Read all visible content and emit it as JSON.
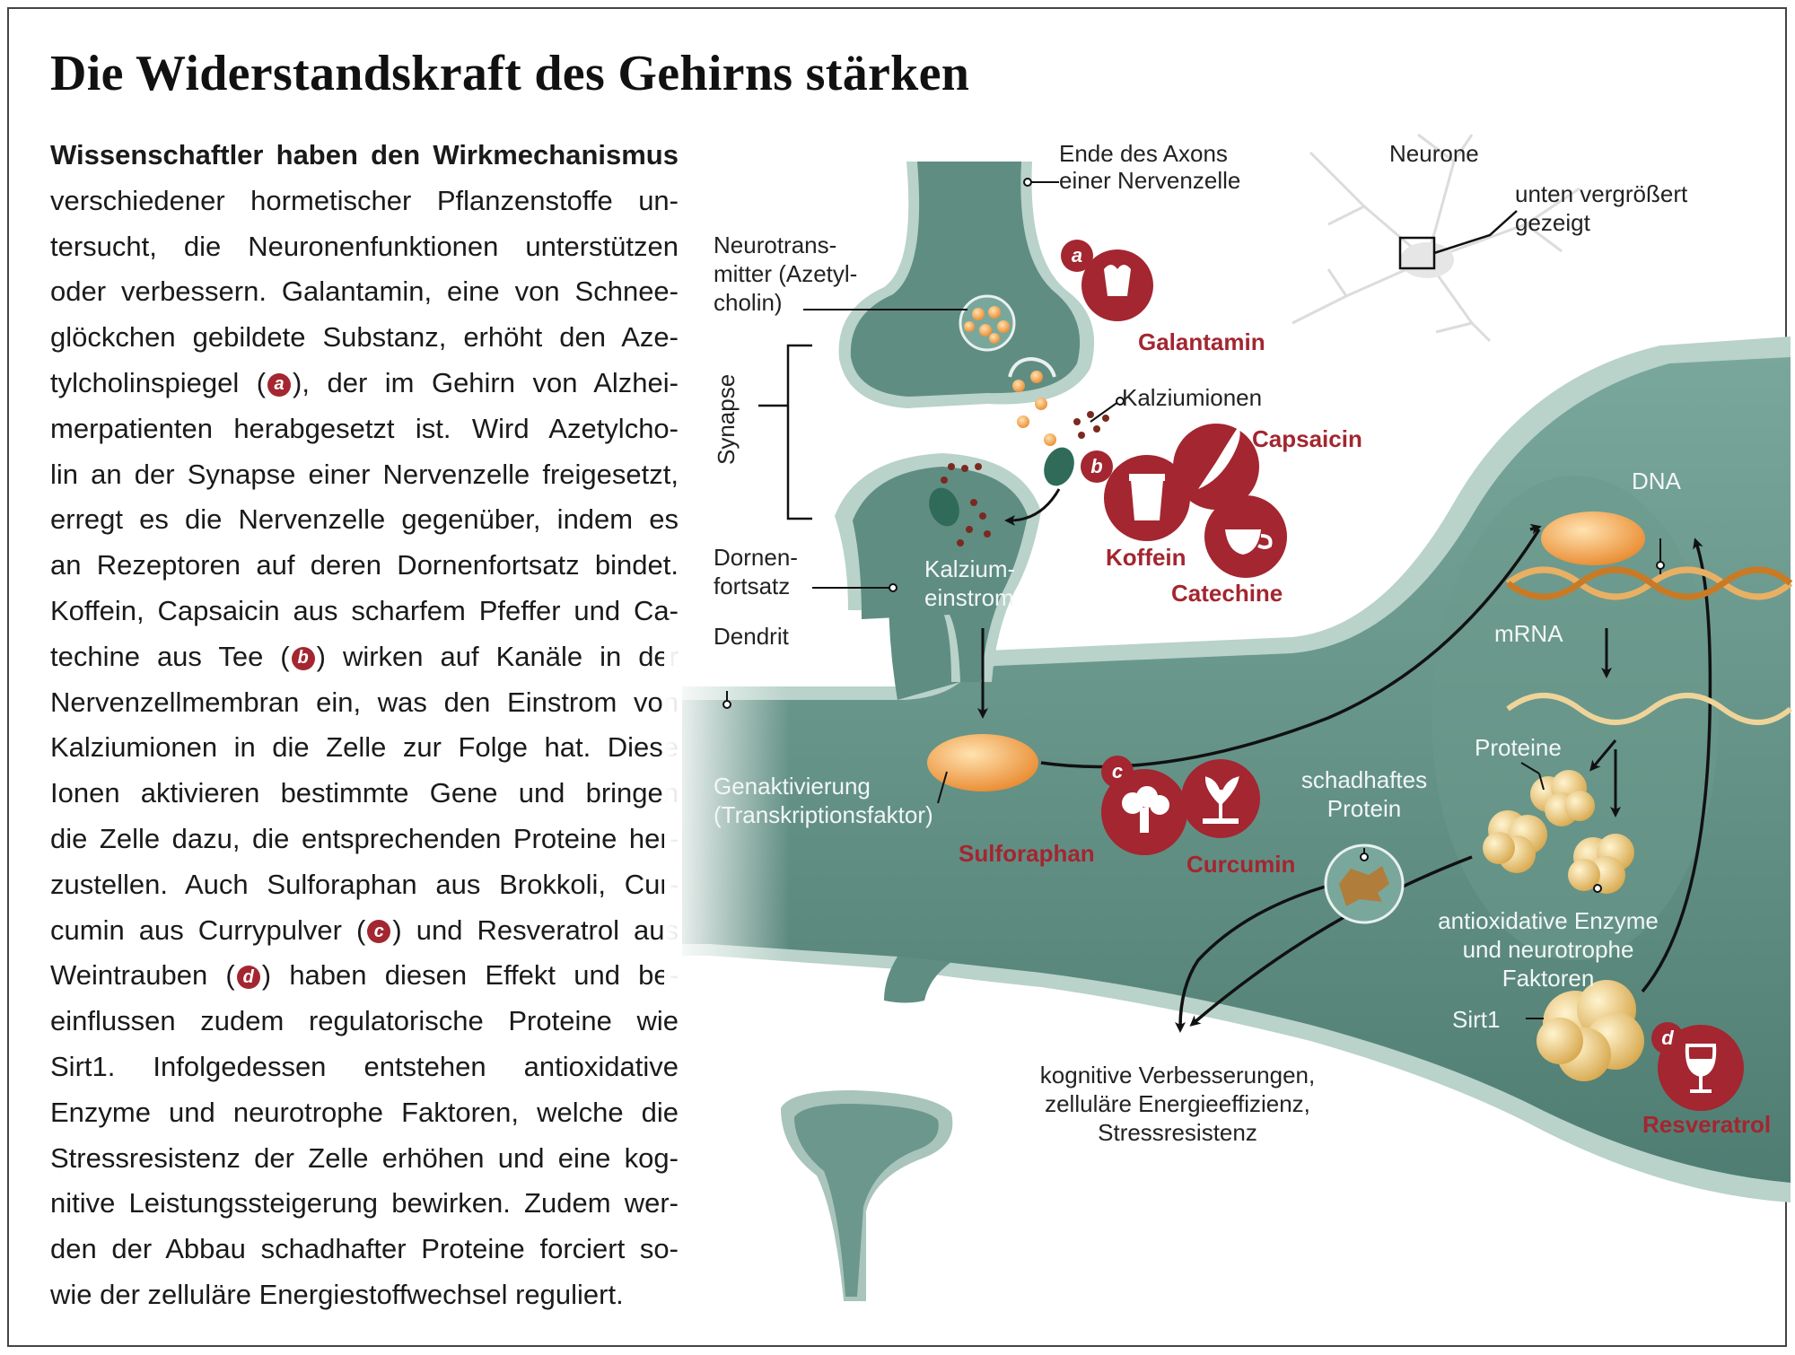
{
  "title": "Die Widerstandskraft des Gehirns stärken",
  "body": {
    "lead": "Wissenschaftler haben den Wirkmechanismus",
    "lines": [
      "verschiedener hormetischer Pflanzenstoffe un-",
      "tersucht, die Neuronenfunktionen unterstützen",
      "oder verbessern. Galantamin, eine von Schnee-",
      "glöckchen gebildete Substanz, erhöht den Aze-",
      "tylcholinspiegel (a), der im Gehirn von Alzhei-",
      "merpatienten herabgesetzt ist. Wird Azetylcho-",
      "lin an der Synapse einer Nervenzelle freigesetzt,",
      "erregt es die Nervenzelle gegenüber, indem es",
      "an Rezeptoren auf deren Dornenfortsatz bindet.",
      "Koffein, Capsaicin aus scharfem Pfeffer und Ca-",
      "techine aus Tee (b) wirken auf Kanäle in der",
      "Nervenzellmembran ein, was den Einstrom von",
      "Kalziumionen in die Zelle zur Folge hat. Diese",
      "Ionen aktivieren bestimmte Gene und bringen",
      "die Zelle dazu, die entsprechenden Proteine her-",
      "zustellen. Auch Sulforaphan aus Brokkoli, Cur-",
      "cumin aus Currypulver (c) und Resveratrol aus",
      "Weintrauben (d) haben diesen Effekt und be-",
      "einflussen zudem regulatorische Proteine wie",
      "Sirt1. Infolgedessen entstehen antioxidative",
      "Enzyme und neurotrophe Faktoren, welche die",
      "Stressresistenz der Zelle erhöhen und eine kog-",
      "nitive Leistungssteigerung bewirken. Zudem wer-",
      "den der Abbau schadhafter Proteine forciert so-",
      "wie der zelluläre Energiestoffwechsel reguliert."
    ]
  },
  "labels": {
    "axon_end": [
      "Ende des Axons",
      "einer Nervenzelle"
    ],
    "neurone": "Neurone",
    "zoom": [
      "unten vergrößert",
      "gezeigt"
    ],
    "neurotransmitter": [
      "Neurotrans-",
      "mitter (Azetyl-",
      "cholin)"
    ],
    "synapse": "Synapse",
    "kalziumionen": "Kalziumionen",
    "dornenfortsatz": [
      "Dornen-",
      "fortsatz"
    ],
    "kalziumeinstrom": [
      "Kalzium-",
      "einstrom"
    ],
    "dendrit": "Dendrit",
    "genaktivierung": [
      "Genaktivierung",
      "(Transkriptionsfaktor)"
    ],
    "dna": "DNA",
    "mrna": "mRNA",
    "proteine": "Proteine",
    "schadhaftes_protein": [
      "schadhaftes",
      "Protein"
    ],
    "enzyme": [
      "antioxidative Enzyme",
      "und neurotrophe",
      "Faktoren"
    ],
    "sirt1": "Sirt1",
    "outcome": [
      "kognitive Verbesserungen,",
      "zelluläre Energieeffizienz,",
      "Stressresistenz"
    ]
  },
  "substances": {
    "galantamin": "Galantamin",
    "capsaicin": "Capsaicin",
    "koffein": "Koffein",
    "catechine": "Catechine",
    "sulforaphan": "Sulforaphan",
    "curcumin": "Curcumin",
    "resveratrol": "Resveratrol"
  },
  "letters": {
    "a": "a",
    "b": "b",
    "c": "c",
    "d": "d"
  },
  "icons": {
    "galantamin": "snowdrop-icon",
    "capsaicin": "chili-pepper-icon",
    "koffein": "coffee-cup-icon",
    "catechine": "teacup-icon",
    "sulforaphan": "broccoli-icon",
    "curcumin": "turmeric-plant-icon",
    "resveratrol": "wine-glass-icon"
  },
  "colors": {
    "accent": "#a32630",
    "cell_fill": "#5f8d82",
    "cell_light": "#a9c4bb",
    "protein": "#e7c77a",
    "transcription_factor": "#eea04a"
  }
}
